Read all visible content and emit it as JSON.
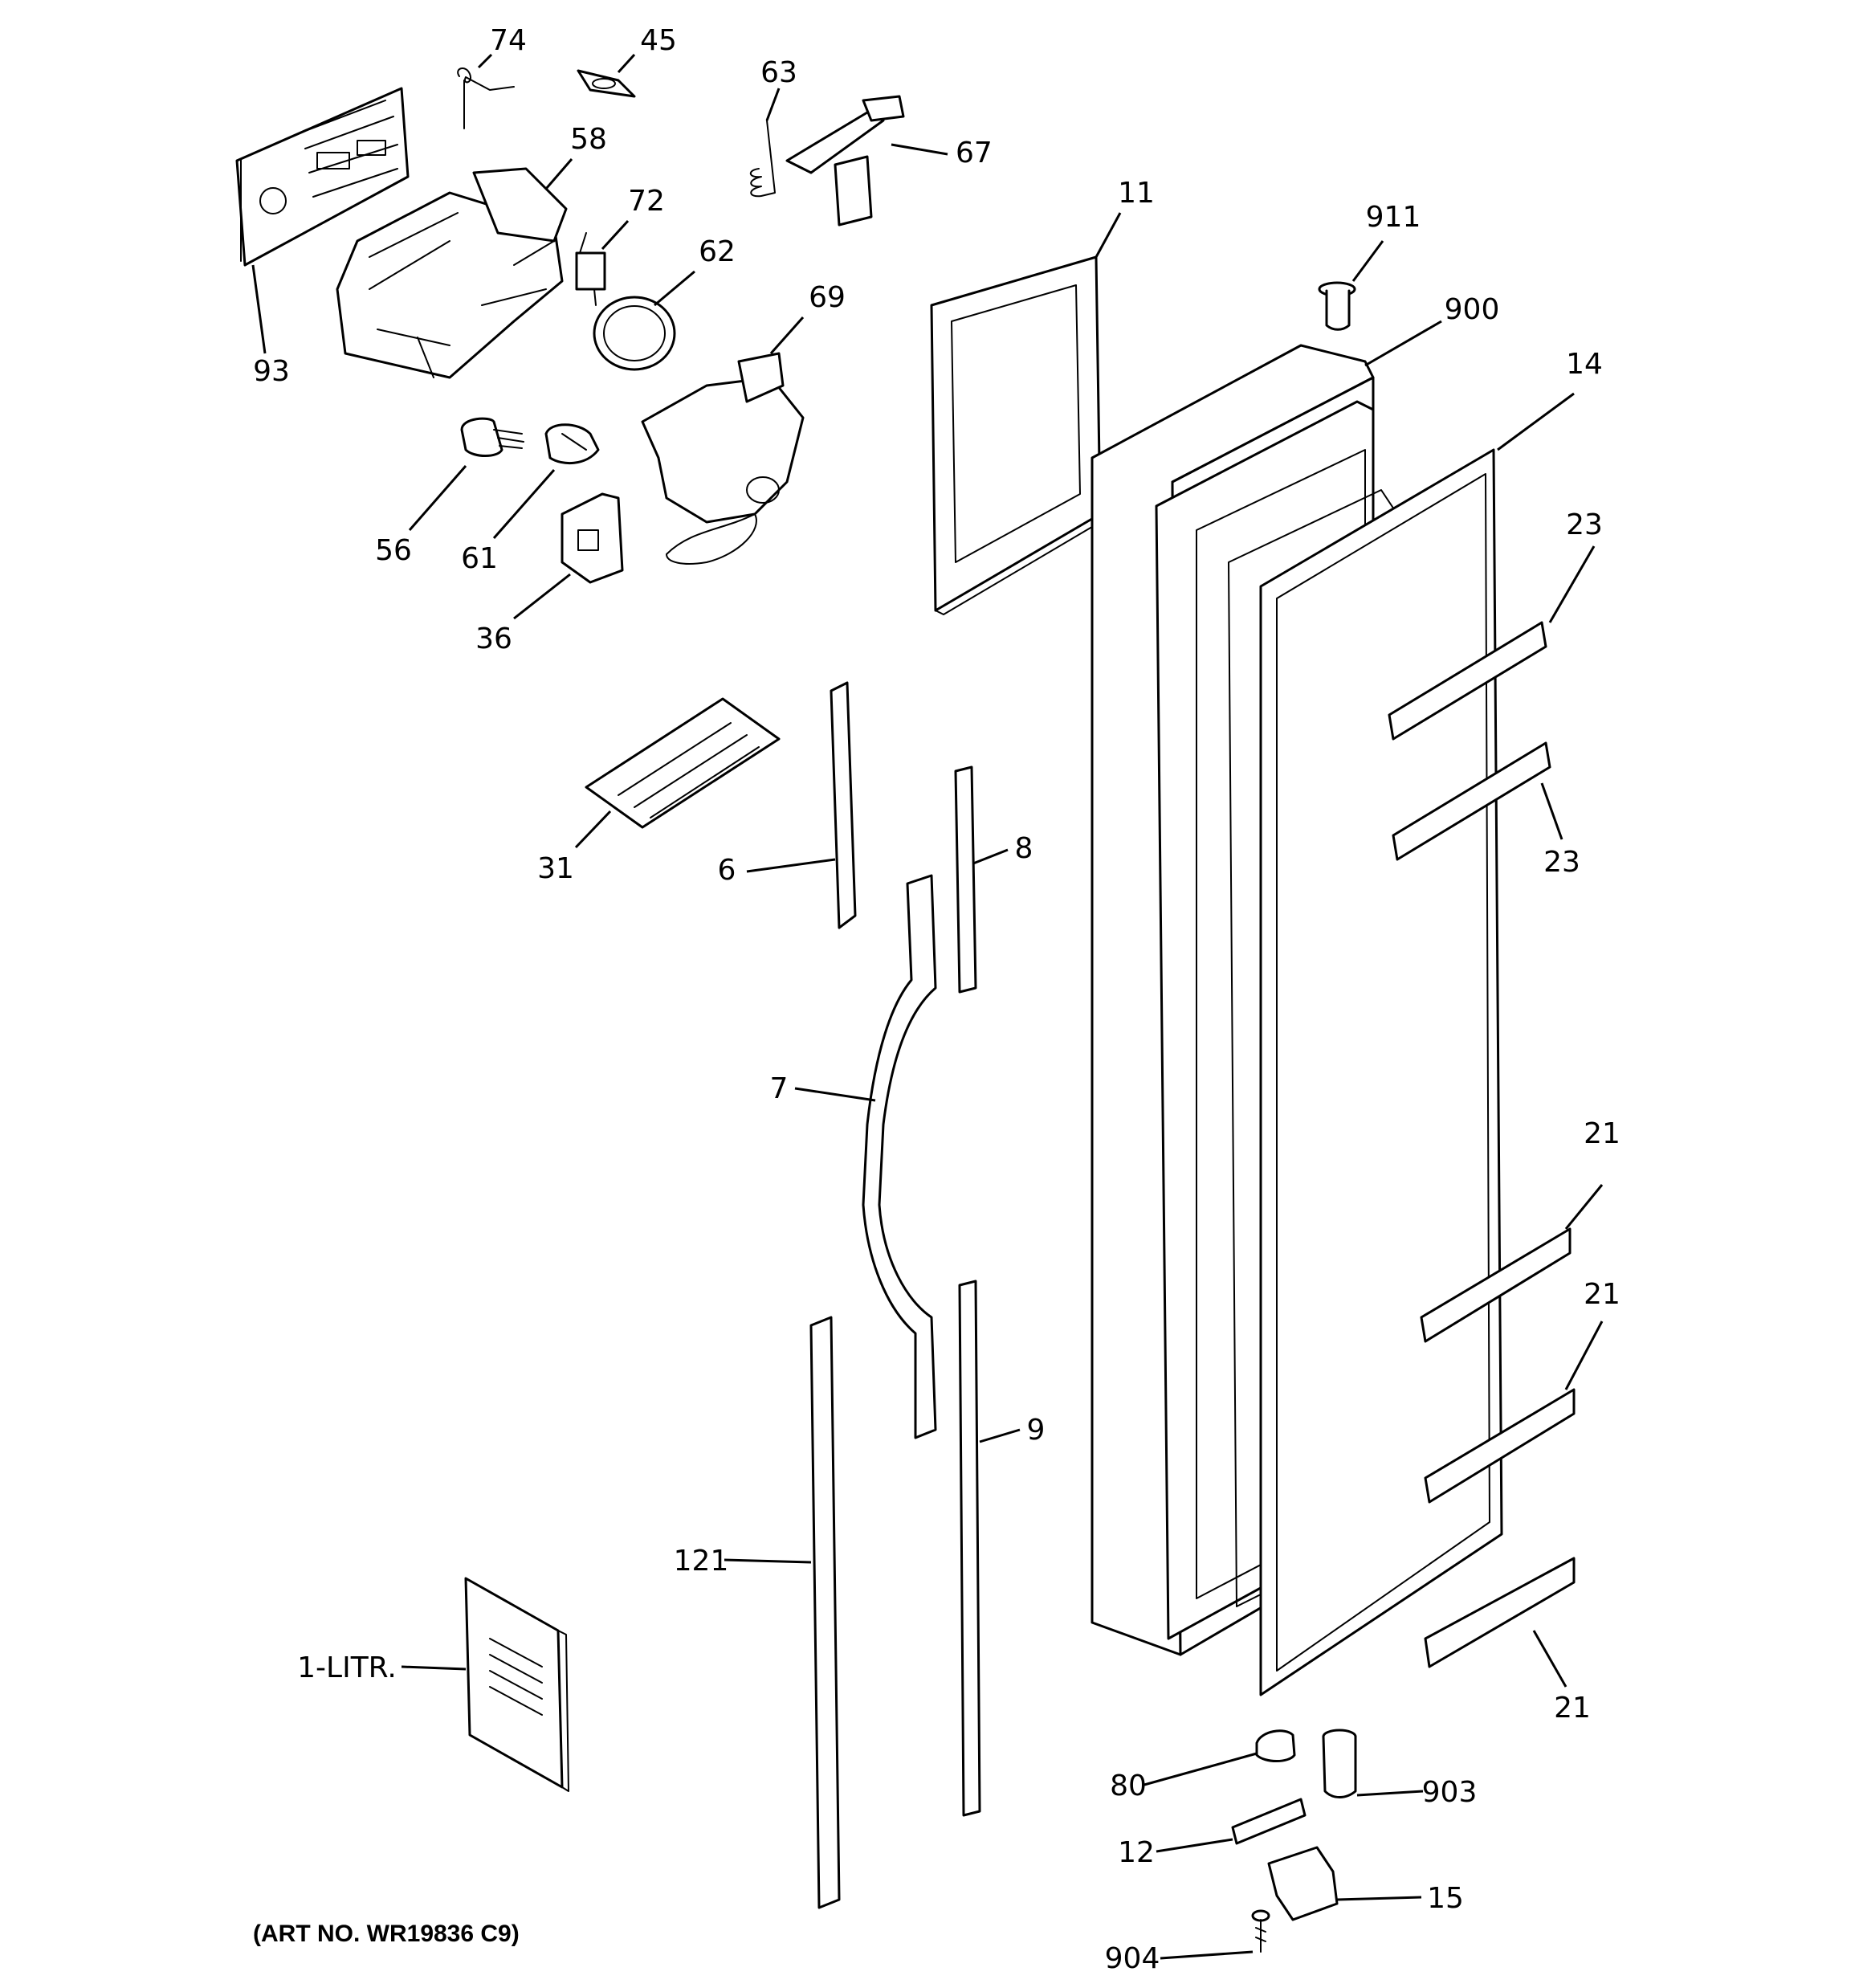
{
  "diagram": {
    "art_number": "(ART NO. WR19836 C9)",
    "callouts": {
      "c74": "74",
      "c45": "45",
      "c63": "63",
      "c67": "67",
      "c58": "58",
      "c72": "72",
      "c62": "62",
      "c69": "69",
      "c93": "93",
      "c56": "56",
      "c61": "61",
      "c36": "36",
      "c11": "11",
      "c911": "911",
      "c900": "900",
      "c14": "14",
      "c23a": "23",
      "c23b": "23",
      "c31": "31",
      "c6": "6",
      "c8": "8",
      "c7": "7",
      "c9": "9",
      "c121": "121",
      "c1litr": "1-LITR.",
      "c21a": "21",
      "c21b": "21",
      "c21c": "21",
      "c80": "80",
      "c903": "903",
      "c12": "12",
      "c15": "15",
      "c904": "904"
    }
  }
}
